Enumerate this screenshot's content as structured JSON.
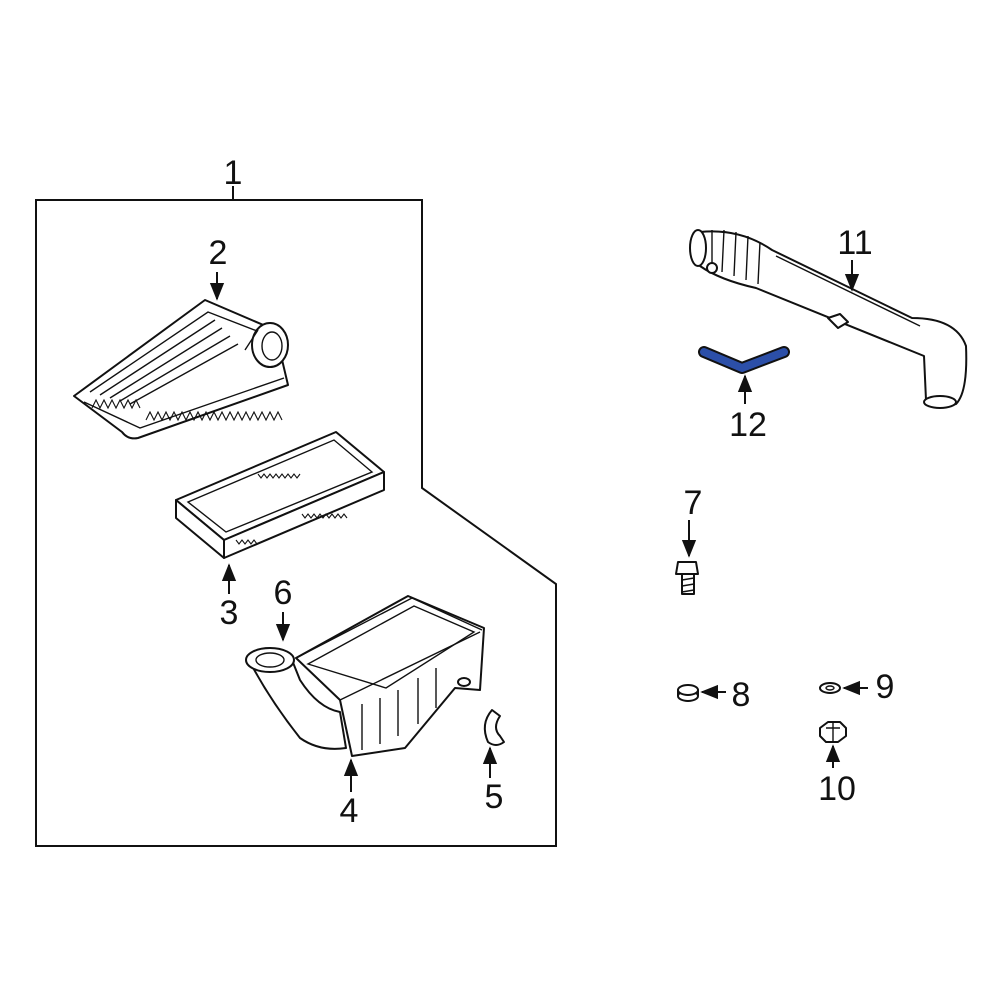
{
  "diagram": {
    "accent_color": "#2c4fa8",
    "callouts": {
      "c1": "1",
      "c2": "2",
      "c3": "3",
      "c4": "4",
      "c5": "5",
      "c6": "6",
      "c7": "7",
      "c8": "8",
      "c9": "9",
      "c10": "10",
      "c11": "11",
      "c12": "12"
    }
  }
}
